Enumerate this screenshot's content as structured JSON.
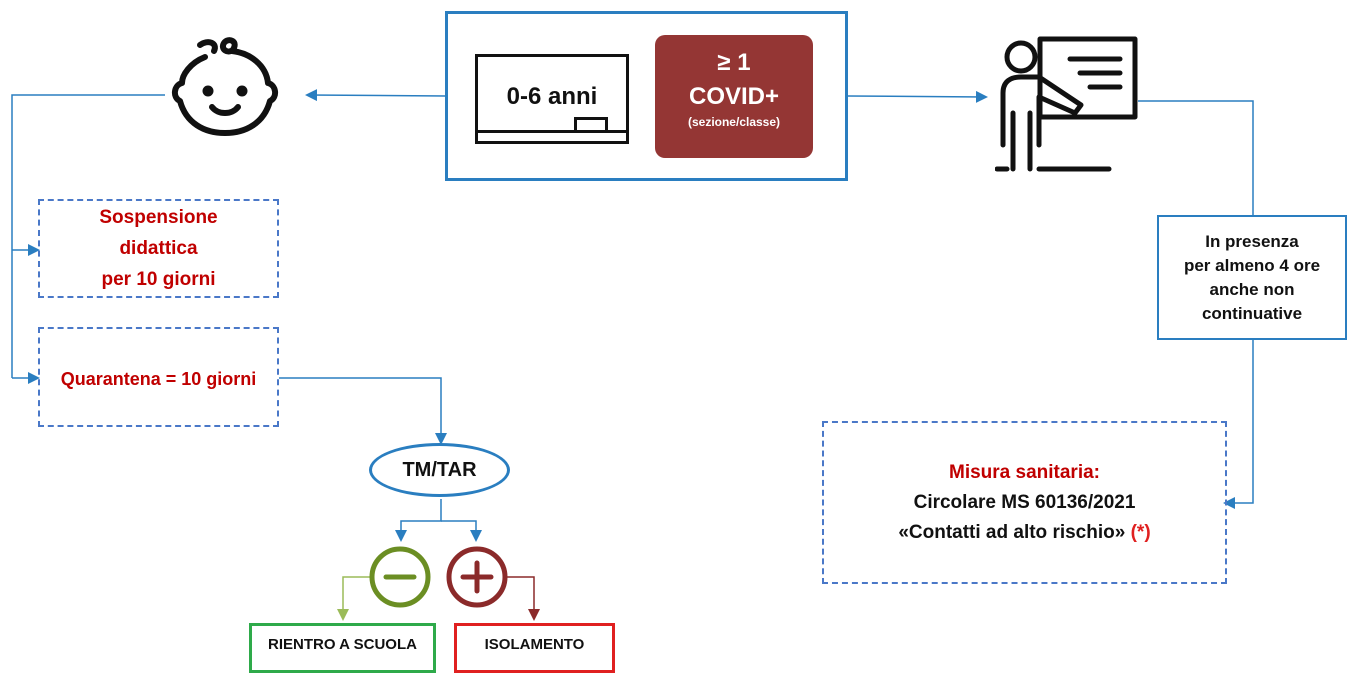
{
  "source_box": {
    "age_label": "0-6 anni",
    "covid_line1": "≥ 1",
    "covid_line2": "COVID+",
    "covid_line3": "(sezione/classe)"
  },
  "child_branch": {
    "suspension": [
      "Sospensione",
      "didattica",
      "per 10 giorni"
    ],
    "quarantine": "Quarantena = 10 giorni",
    "test": "TM/TAR",
    "negative_outcome": "RIENTRO A SCUOLA",
    "positive_outcome": "ISOLAMENTO"
  },
  "teacher_branch": {
    "condition": [
      "In presenza",
      "per almeno 4 ore",
      "anche non",
      "continuative"
    ],
    "measure_title": "Misura sanitaria:",
    "measure_line1": "Circolare MS 60136/2021",
    "measure_line2": "«Contatti ad alto rischio»",
    "measure_note": "(*)"
  },
  "colors": {
    "connector": "#2a7ec0",
    "dashed_border": "#4a78c8",
    "covid_fill": "#943634",
    "negative": "#6b8e23",
    "positive": "#8b2a2a",
    "negative_border": "#2eaa4a",
    "positive_border": "#e02020",
    "label_red": "#c00000"
  },
  "icons": [
    "baby-face-icon",
    "teacher-board-icon",
    "minus-circle-icon",
    "plus-circle-icon",
    "blackboard-icon"
  ]
}
